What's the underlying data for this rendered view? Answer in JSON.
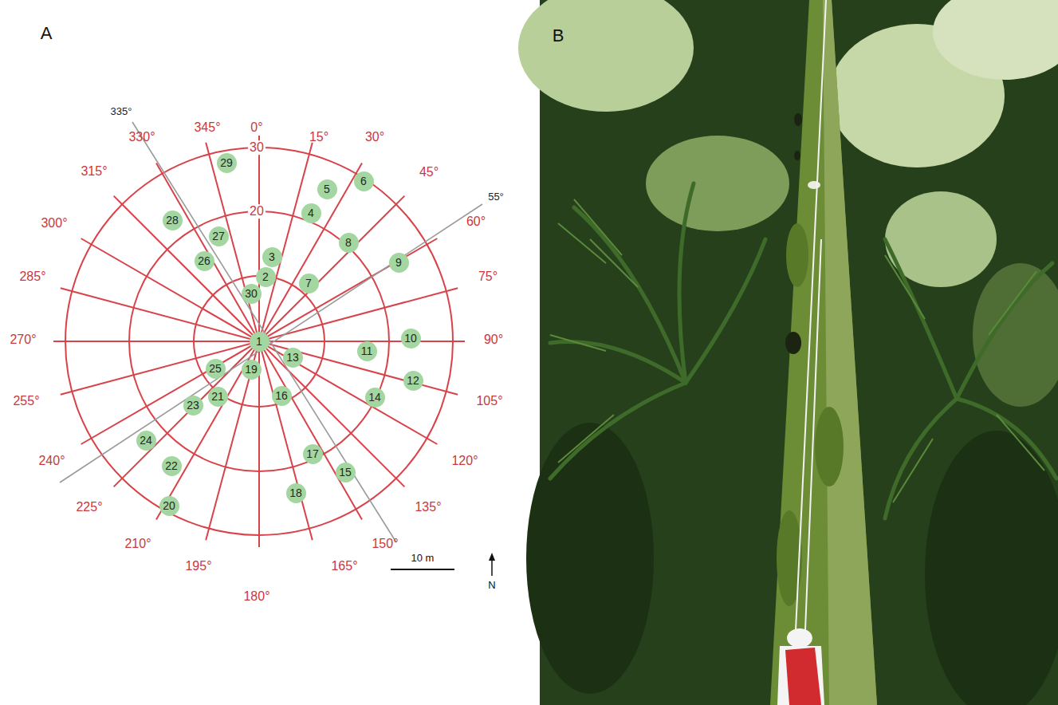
{
  "diagram": {
    "nodes": [
      {
        "text": [
          "1"
        ]
      },
      {
        "text": [
          "2"
        ]
      },
      {
        "text": [
          "3"
        ]
      },
      {
        "text": [
          "4"
        ]
      },
      {
        "text": [
          "5"
        ]
      },
      {
        "text": [
          "6"
        ]
      },
      {
        "text": [
          "7"
        ]
      },
      {
        "text": [
          "8"
        ]
      },
      {
        "text": [
          "9"
        ]
      },
      {
        "text": [
          "10"
        ]
      },
      {
        "text": [
          "11"
        ]
      },
      {
        "text": [
          "12"
        ]
      },
      {
        "text": [
          "13"
        ]
      },
      {
        "text": [
          "14"
        ]
      },
      {
        "text": [
          "15"
        ]
      },
      {
        "text": [
          "16"
        ]
      },
      {
        "text": [
          "17"
        ]
      },
      {
        "text": [
          "18"
        ]
      },
      {
        "text": [
          "19"
        ]
      },
      {
        "text": [
          "20"
        ]
      },
      {
        "text": [
          "21"
        ]
      },
      {
        "text": [
          "22"
        ]
      },
      {
        "text": [
          "23"
        ]
      },
      {
        "text": [
          "24"
        ]
      },
      {
        "text": [
          "25"
        ]
      },
      {
        "text": [
          "26"
        ]
      },
      {
        "text": [
          "27"
        ]
      },
      {
        "text": [
          "28"
        ]
      },
      {
        "text": [
          "29"
        ]
      },
      {
        "text": [
          "30"
        ]
      }
    ],
    "labels": [
      "A",
      "B",
      "0°",
      "15°",
      "30°",
      "45°",
      "60°",
      "75°",
      "90°",
      "105°",
      "120°",
      "135°",
      "150°",
      "165°",
      "180°",
      "195°",
      "210°",
      "225°",
      "240°",
      "255°",
      "270°",
      "285°",
      "300°",
      "315°",
      "330°",
      "345°",
      "335°",
      "55°",
      "30",
      "20",
      "10 m",
      "N"
    ]
  }
}
